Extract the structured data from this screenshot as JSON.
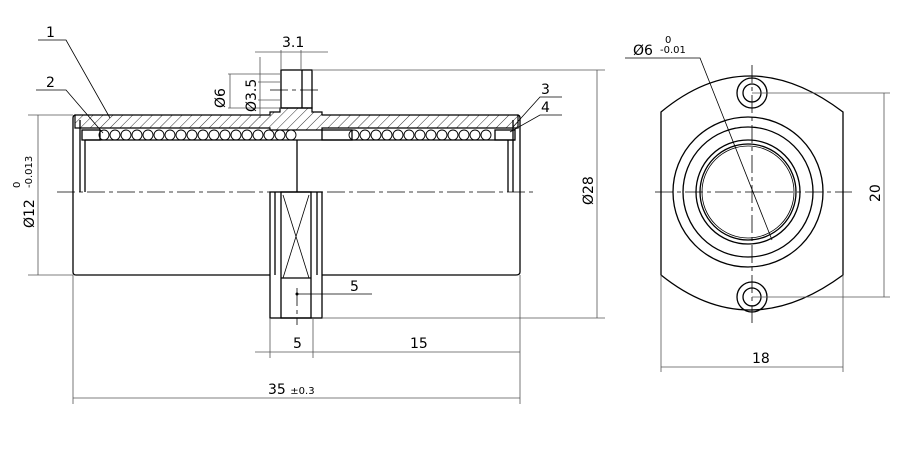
{
  "drawing": {
    "balloons": {
      "b1": "1",
      "b2": "2",
      "b3": "3",
      "b4": "4",
      "b5": "5"
    },
    "dims": {
      "dia_nipple_outer": "Ø6",
      "dia_nipple_hole": "Ø3.5",
      "nipple_width": "3.1",
      "dia_bore": "Ø12",
      "dia_bore_tol_upper": "0",
      "dia_bore_tol_lower": "-0.013",
      "dia_flange": "Ø28",
      "flange_width": "5",
      "flange_offset": "15",
      "overall_length": "35",
      "overall_length_tol": "±0.3",
      "dia_shaft": "Ø6",
      "dia_shaft_tol_upper": "0",
      "dia_shaft_tol_lower": "-0.01",
      "hole_spacing": "20",
      "flange_height": "18"
    }
  }
}
